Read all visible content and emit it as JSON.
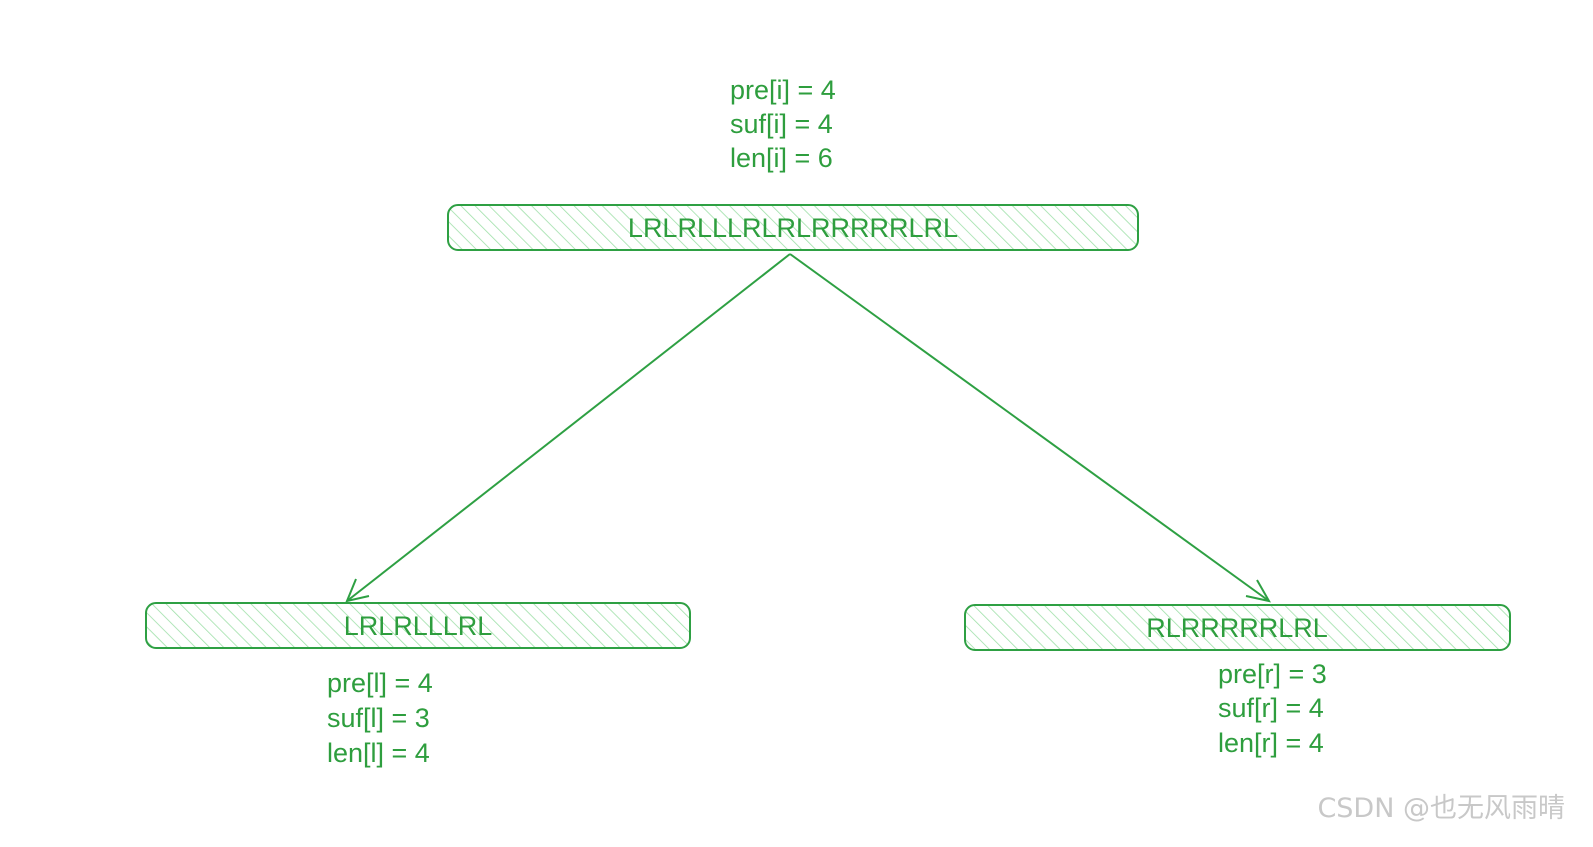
{
  "colors": {
    "stroke": "#2ea043",
    "text": "#2e9e3e",
    "hatch": "#9ee0a8",
    "watermark": "#c8c8c8"
  },
  "root": {
    "label": "LRLRLLLRLRLRRRRRLRL",
    "stats": [
      "pre[i] = 4",
      "suf[i] = 4",
      "len[i] = 6"
    ]
  },
  "left": {
    "label": "LRLRLLLRL",
    "stats": [
      "pre[l] = 4",
      "suf[l] = 3",
      "len[l] = 4"
    ]
  },
  "right": {
    "label": "RLRRRRRLRL",
    "stats": [
      "pre[r] = 3",
      "suf[r] = 4",
      "len[r] = 4"
    ]
  },
  "watermark": "CSDN @也无风雨晴"
}
